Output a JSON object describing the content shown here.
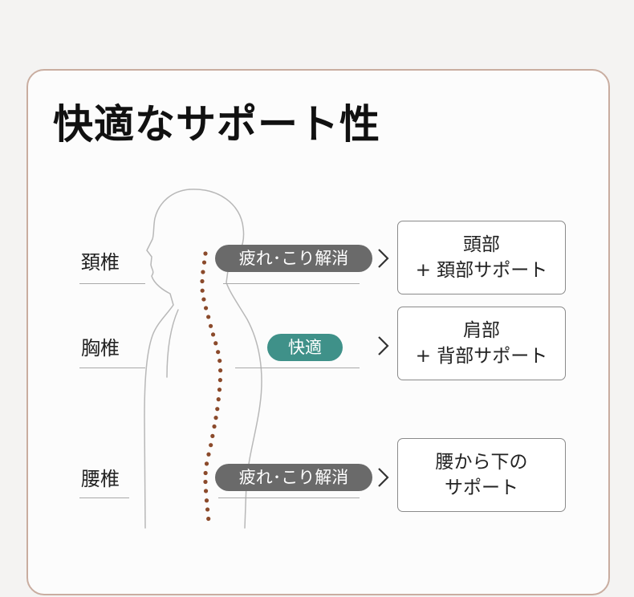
{
  "title": "快適なサポート性",
  "rows": [
    {
      "vertebra": "頚椎",
      "effect": "疲れ･こり解消",
      "effect_style": "grey",
      "support_line1": "頭部",
      "support_line2": "+ 頚部サポート"
    },
    {
      "vertebra": "胸椎",
      "effect": "快適",
      "effect_style": "teal",
      "support_line1": "肩部",
      "support_line2": "+ 背部サポート"
    },
    {
      "vertebra": "腰椎",
      "effect": "疲れ･こり解消",
      "effect_style": "grey",
      "support_line1": "腰から下の",
      "support_line2": "サポート"
    }
  ],
  "colors": {
    "border": "#c9ada0",
    "grey_pill": "#6a6a6a",
    "teal_pill": "#3f9189",
    "spine_dots": "#8b4a2b"
  }
}
